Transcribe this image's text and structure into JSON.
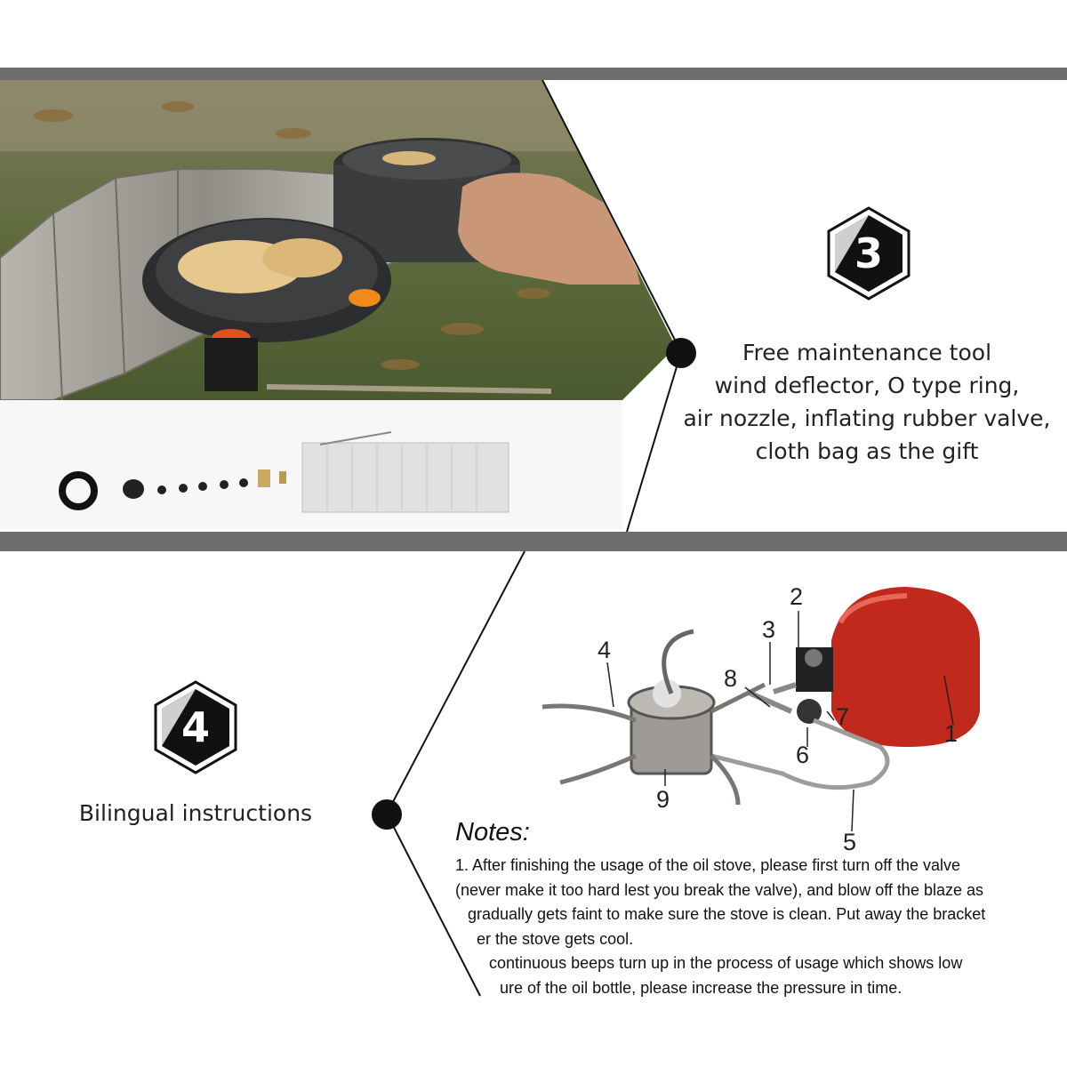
{
  "features": [
    {
      "number": "3",
      "lines": [
        "Free maintenance tool",
        "wind deflector, O type ring,",
        "air nozzle, inflating rubber valve,",
        "cloth bag as the gift"
      ]
    },
    {
      "number": "4",
      "lines": [
        "Bilingual instructions"
      ]
    }
  ],
  "diagram_labels": [
    "1",
    "2",
    "3",
    "4",
    "5",
    "6",
    "7",
    "8",
    "9"
  ],
  "notes": {
    "title": "Notes:",
    "lines": [
      "1. After finishing the usage of the oil stove, please first turn off the valve",
      "(never make it too hard lest you break the valve), and blow off the blaze as",
      "gradually gets faint to make sure the stove is clean. Put away the bracket",
      "er the stove gets cool.",
      "continuous beeps turn up in the process of usage which shows low",
      "ure of the oil bottle, please increase the pressure in time."
    ]
  },
  "colors": {
    "band": "#6e6e6e",
    "fuel_bottle": "#c0291b",
    "badge_dark": "#111111",
    "badge_light": "#cfcfcf"
  }
}
